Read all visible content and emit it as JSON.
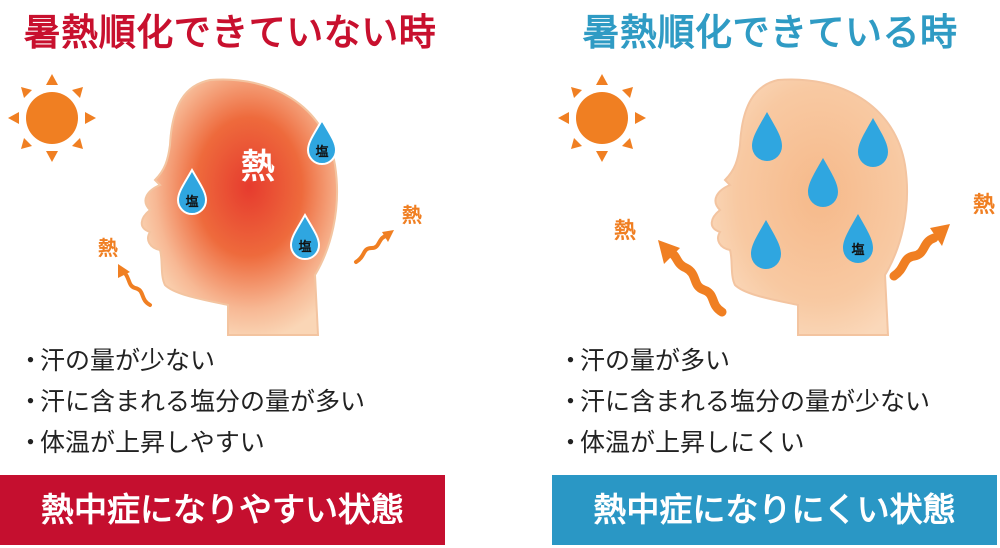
{
  "left": {
    "title": "暑熱順化できていない時",
    "head_label": "熱",
    "drop_label": "塩",
    "heat_label": "熱",
    "bullets": [
      "汗の量が少ない",
      "汗に含まれる塩分の量が多い",
      "体温が上昇しやすい"
    ],
    "banner": "熱中症になりやすい状態"
  },
  "right": {
    "title": "暑熱順化できている時",
    "drop_label": "塩",
    "heat_label": "熱",
    "bullets": [
      "汗の量が多い",
      "汗に含まれる塩分の量が少ない",
      "体温が上昇しにくい"
    ],
    "banner": "熱中症になりにくい状態"
  },
  "colors": {
    "left_accent": "#c50f2f",
    "right_accent": "#2a97c5",
    "sun": "#f07f22",
    "drop": "#2fa6e0",
    "head_base": "#f9d0a8",
    "head_hot": "#e63b2e",
    "heat_arrow": "#f07f22"
  },
  "icons": [
    "sun-icon",
    "sweat-drop-icon",
    "heat-wave-arrow-icon",
    "head-silhouette"
  ]
}
